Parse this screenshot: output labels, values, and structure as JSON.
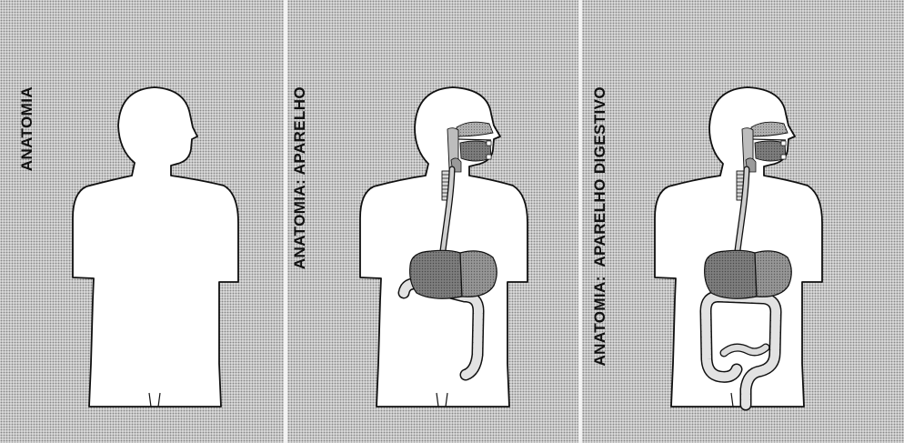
{
  "panels": [
    {
      "label": "ANATOMIA"
    },
    {
      "label": "ANATOMIA: APARELHO"
    },
    {
      "label": "ANATOMIA:  APARELHO DIGESTIVO"
    }
  ],
  "colors": {
    "background": "#d6d6d6",
    "body_fill": "#ffffff",
    "outline": "#111111",
    "organ": "#8c8c8c"
  }
}
